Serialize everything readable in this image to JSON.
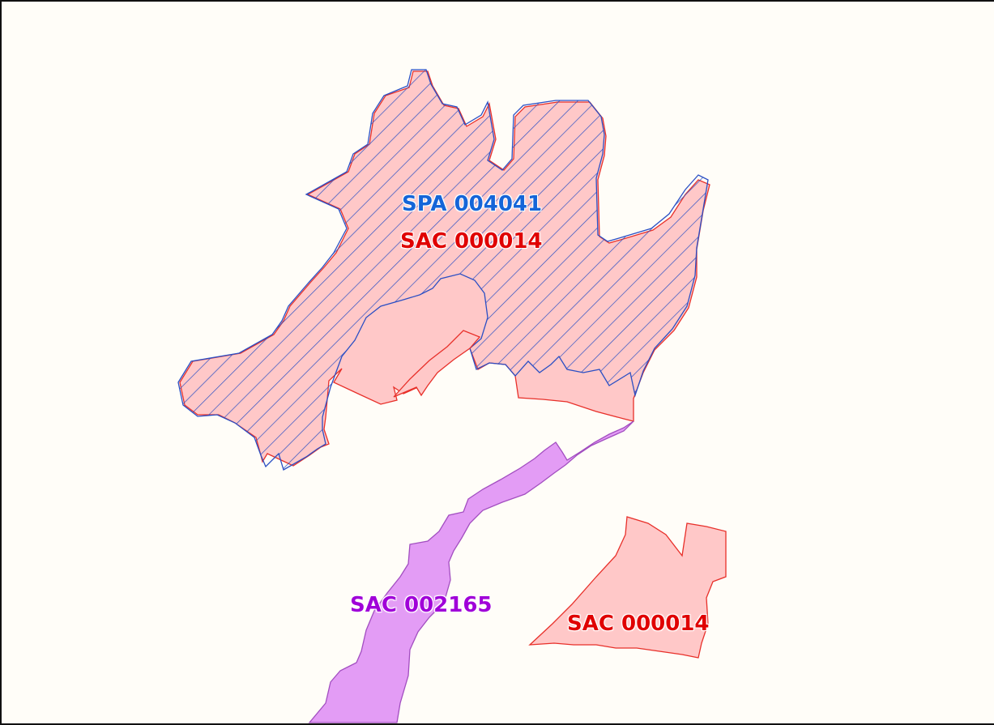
{
  "map": {
    "labels": {
      "spa_upper": "SPA 004041",
      "sac_upper": "SAC 000014",
      "sac_purple": "SAC 002165",
      "sac_lower": "SAC 000014"
    },
    "colors": {
      "background": "#fffdf8",
      "sac_000014_fill": "#ffc8c8",
      "sac_000014_stroke": "#e8302a",
      "spa_004041_hatch": "#2b4fc4",
      "sac_002165_fill": "#e39cf5",
      "sac_002165_stroke": "#a24ec0",
      "label_spa": "#1565d8",
      "label_sac_red": "#e00000",
      "label_sac_purple": "#a000d8"
    }
  }
}
